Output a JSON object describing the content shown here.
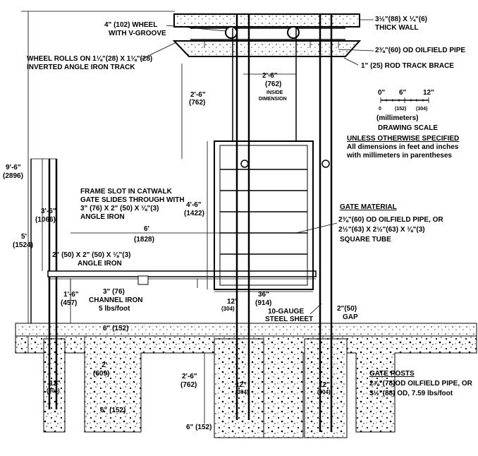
{
  "labels": {
    "wheel_1": "4\" (102) WHEEL",
    "wheel_2": "WITH V-GROOVE",
    "track_1": "WHEEL ROLLS ON 1⅛\"(28) X 1⅛\"(28)",
    "track_2": "INVERTED ANGLE IRON TRACK",
    "wall_1": "3½\"(88) X ¼\"(6)",
    "wall_2": "THICK WALL",
    "pipe_top": "2⅜\"(60) OD OILFIELD PIPE",
    "rod_brace": "1\" (25) ROD TRACK BRACE",
    "inside_dim_ft": "2'-6\"",
    "inside_dim_mm": "(762)",
    "inside_dim_label_1": "INSIDE",
    "inside_dim_label_2": "DIMENSION",
    "scale_0": "0\"",
    "scale_6": "6\"",
    "scale_12": "12\"",
    "scale_mm_0": "0",
    "scale_mm_152": "(152)",
    "scale_mm_304": "(304)",
    "scale_units": "(millimeters)",
    "scale_title": "DRAWING SCALE",
    "unless_1": "UNLESS OTHERWISE SPECIFIED",
    "unless_2": "All dimensions in feet and inches",
    "unless_3": "with millimeters in parentheses",
    "dim_2_6_upper_ft": "2'-6\"",
    "dim_2_6_upper_mm": "(762)",
    "dim_9_6_ft": "9'-6\"",
    "dim_9_6_mm": "(2896)",
    "dim_4_6_ft": "4'-6\"",
    "dim_4_6_mm": "(1422)",
    "dim_3_6_ft": "3'-6\"",
    "dim_3_6_mm": "(1066)",
    "dim_5_ft": "5'",
    "dim_5_mm": "(1524)",
    "dim_6_ft": "6'",
    "dim_6_mm": "(1828)",
    "frame_1": "FRAME SLOT IN CATWALK",
    "frame_2": "GATE SLIDES THROUGH WITH",
    "frame_3": "3\" (76) X 2\" (50) X ⅛\"(3)",
    "frame_4": "ANGLE IRON",
    "angle_1": "2\" (50) X 2\" (50) X ⅛\"(3)",
    "angle_2": "ANGLE IRON",
    "gate_mat_title": "GATE MATERIAL",
    "gate_mat_1": "2⅜\"(60)  OD OILFIELD PIPE, OR",
    "gate_mat_2": "2½\"(63) X 2½\"(63) X ⅛\"(3)",
    "gate_mat_3": "SQUARE TUBE",
    "dim_1_6_ft": "1'-6\"",
    "dim_1_6_mm": "(457)",
    "channel_1": "3\" (76)",
    "channel_2": "CHANNEL IRON",
    "channel_3": "5 lbs/foot",
    "dim_36_in": "36\"",
    "dim_36_mm": "(914)",
    "dim_12_gate_in": "12\"",
    "dim_12_gate_mm": "(304)",
    "gauge_1": "10-GAUGE",
    "gauge_2": "STEEL SHEET",
    "gap_1": "2\"(50)",
    "gap_2": "GAP",
    "dim_6_152_a": "6\" (152)",
    "dim_2_609_ft": "2'",
    "dim_2_609_mm": "(609)",
    "dim_12_left_in": "12\"",
    "dim_12_left_mm": "(304)",
    "dim_6_152_b": "6\" (152)",
    "dim_2_6_lower_ft": "2'-6\"",
    "dim_2_6_lower_mm": "(762)",
    "dim_12_mid_in": "12\"",
    "dim_12_mid_mm": "(304)",
    "dim_12_right_in": "12\"",
    "dim_12_right_mm": "(304)",
    "dim_6_152_c": "6\" (152)",
    "posts_title": "GATE POSTS",
    "posts_1": "2⅞\"(78)OD OILFIELD PIPE, OR",
    "posts_2": "3½\"(88) OD, 7.59 lbs/foot"
  }
}
